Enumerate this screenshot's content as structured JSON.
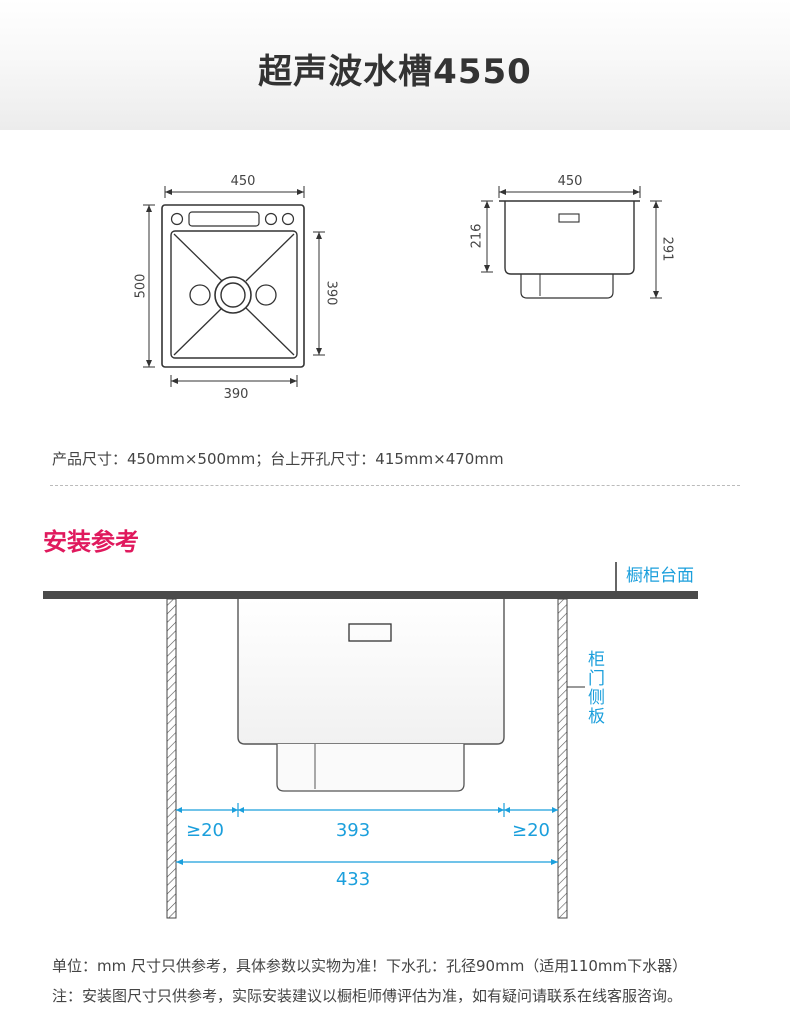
{
  "title": "超声波水槽4550",
  "top_view": {
    "width_label": "450",
    "height_label": "500",
    "inner_width_label": "390",
    "inner_height_label": "390"
  },
  "side_view": {
    "width_label": "450",
    "depth_label": "216",
    "total_depth_label": "291"
  },
  "spec_text": "产品尺寸：450mm×500mm；台上开孔尺寸：415mm×470mm",
  "section_title": "安装参考",
  "install": {
    "countertop_label": "橱柜台面",
    "cabinet_side_label": "柜门侧板",
    "gap_left": "≥20",
    "sink_width": "393",
    "gap_right": "≥20",
    "cabinet_width": "433"
  },
  "notes": {
    "line1": "单位：mm 尺寸只供参考，具体参数以实物为准！下水孔：孔径90mm（适用110mm下水器）",
    "line2": "注：安装图尺寸只供参考，实际安装建议以橱柜师傅评估为准，如有疑问请联系在线客服咨询。"
  },
  "colors": {
    "accent": "#e0195d",
    "dimension_blue": "#1b9fdc",
    "countertop": "#4a4a4a"
  }
}
